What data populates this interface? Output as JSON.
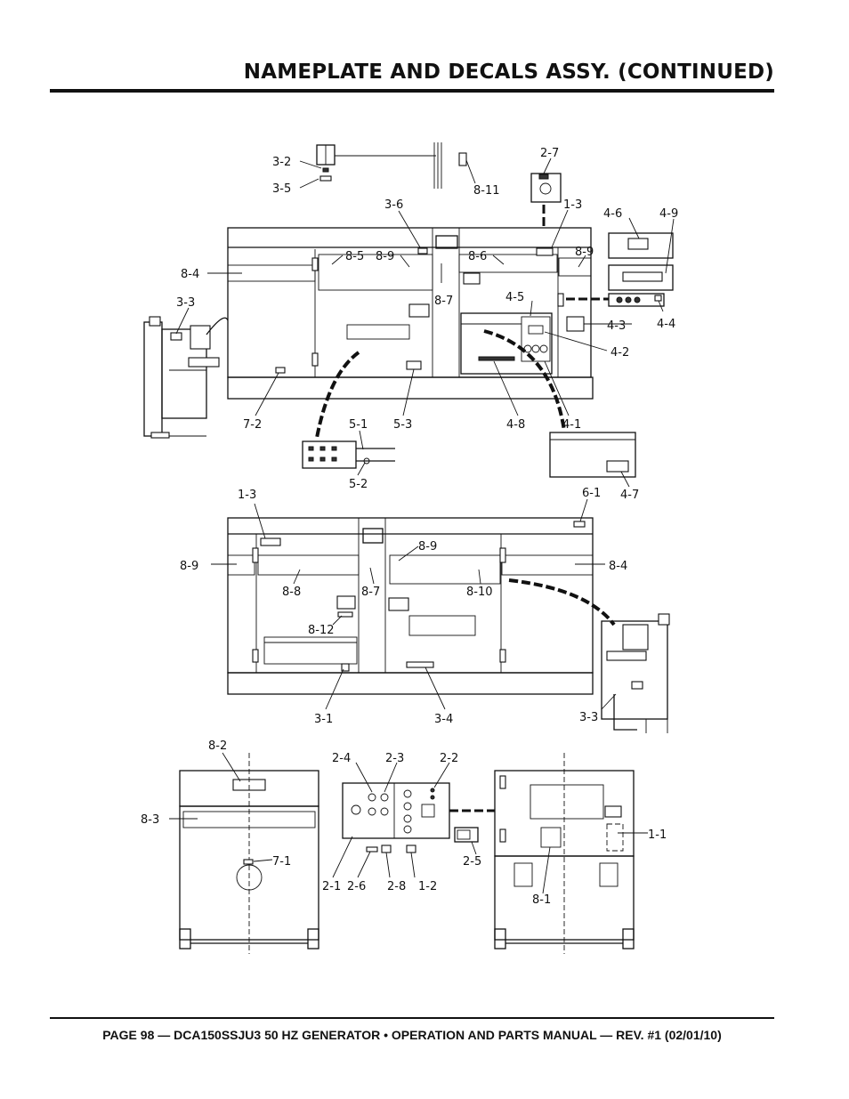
{
  "header": {
    "title": "NAMEPLATE AND DECALS ASSY. (CONTINUED)"
  },
  "footer": {
    "text": "PAGE 98 — DCA150SSJU3 50 HZ GENERATOR • OPERATION AND PARTS MANUAL — REV. #1 (02/01/10)"
  },
  "callouts": {
    "c_3_2": "3-2",
    "c_3_5": "3-5",
    "c_8_11": "8-11",
    "c_2_7": "2-7",
    "c_1_3a": "1-3",
    "c_3_6": "3-6",
    "c_4_6": "4-6",
    "c_4_9": "4-9",
    "c_8_4a": "8-4",
    "c_8_5": "8-5",
    "c_8_9a": "8-9",
    "c_8_6": "8-6",
    "c_8_9b": "8-9",
    "c_3_3a": "3-3",
    "c_8_7a": "8-7",
    "c_4_5": "4-5",
    "c_4_4": "4-4",
    "c_4_3": "4-3",
    "c_4_2": "4-2",
    "c_7_2": "7-2",
    "c_5_3": "5-3",
    "c_4_8": "4-8",
    "c_4_1": "4-1",
    "c_5_1": "5-1",
    "c_5_2": "5-2",
    "c_4_7": "4-7",
    "c_1_3b": "1-3",
    "c_6_1": "6-1",
    "c_8_9c": "8-9",
    "c_8_9d": "8-9",
    "c_8_4b": "8-4",
    "c_8_8": "8-8",
    "c_8_7b": "8-7",
    "c_8_10": "8-10",
    "c_8_12": "8-12",
    "c_3_1": "3-1",
    "c_3_4": "3-4",
    "c_3_3b": "3-3",
    "c_8_2": "8-2",
    "c_2_4": "2-4",
    "c_2_3": "2-3",
    "c_2_2": "2-2",
    "c_8_3": "8-3",
    "c_7_1": "7-1",
    "c_1_1": "1-1",
    "c_2_5": "2-5",
    "c_2_1": "2-1",
    "c_2_6": "2-6",
    "c_2_8": "2-8",
    "c_1_2": "1-2",
    "c_8_1": "8-1"
  }
}
